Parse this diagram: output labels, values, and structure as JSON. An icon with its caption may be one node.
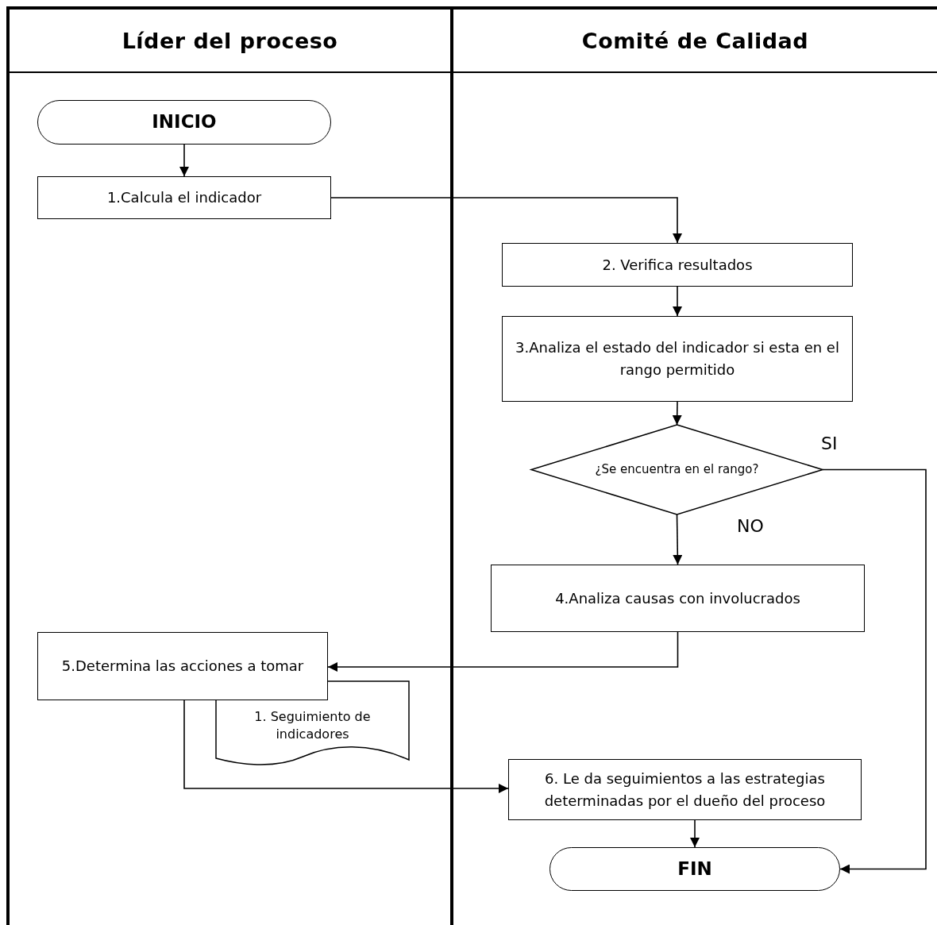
{
  "diagram": {
    "nodes": [
      {
        "text": [
          "Líder del proceso"
        ]
      },
      {
        "text": [
          "Comité de Calidad"
        ]
      },
      {
        "text": [
          "INICIO"
        ],
        "in": 0
      },
      {
        "text": [
          "1.Calcula el indicador"
        ],
        "in": 0
      },
      {
        "text": [
          "2. Verifica resultados"
        ],
        "in": 1
      },
      {
        "text": [
          "3.Analiza el estado del indicador si esta en el rango permitido"
        ],
        "in": 1
      },
      {
        "text": [
          "¿Se encuentra en el rango?"
        ],
        "in": 1
      },
      {
        "text": [
          "4.Analiza causas con involucrados"
        ],
        "in": 1
      },
      {
        "text": [
          "5.Determina las acciones a tomar"
        ],
        "in": 0
      },
      {
        "text": [
          "1. Seguimiento de indicadores"
        ],
        "in": 0
      },
      {
        "text": [
          "6. Le da seguimientos a las estrategias determinadas por el dueño del proceso"
        ],
        "in": 1
      },
      {
        "text": [
          "FIN"
        ],
        "in": 1
      }
    ],
    "edges": [
      {
        "from": 2,
        "to": 3,
        "arrow": "to"
      },
      {
        "from": 3,
        "to": 4,
        "arrow": "to"
      },
      {
        "from": 4,
        "to": 5,
        "arrow": "to"
      },
      {
        "from": 5,
        "to": 6,
        "arrow": "to"
      },
      {
        "from": 6,
        "to": 7,
        "arrow": "to",
        "label": "NO"
      },
      {
        "from": 6,
        "to": 11,
        "arrow": "to",
        "label": "SI"
      },
      {
        "from": 7,
        "to": 8,
        "arrow": "to"
      },
      {
        "from": 8,
        "to": 10,
        "arrow": "to"
      },
      {
        "from": 10,
        "to": 11,
        "arrow": "to"
      }
    ]
  }
}
